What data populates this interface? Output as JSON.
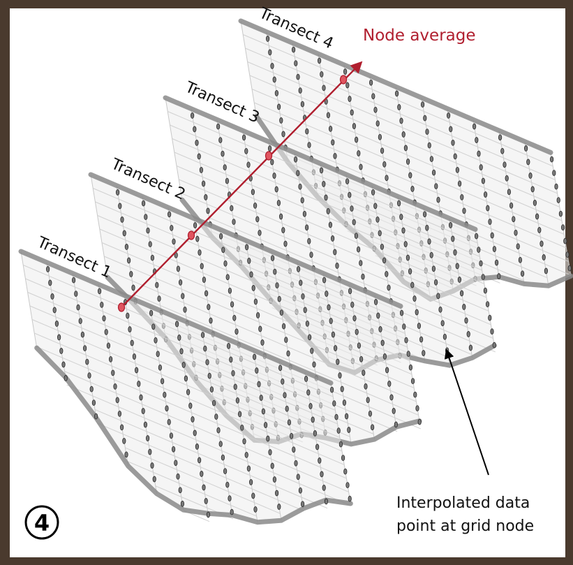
{
  "figure": {
    "step_number": "4",
    "transects": [
      {
        "label": "Transect 1"
      },
      {
        "label": "Transect 2"
      },
      {
        "label": "Transect 3"
      },
      {
        "label": "Transect 4"
      }
    ],
    "node_average_label": "Node average",
    "annotation_line1": "Interpolated data",
    "annotation_line2": "point at grid node",
    "colors": {
      "frame": "#4a3a2e",
      "accent": "#b01e2e",
      "profile_edge": "#8a8a8a",
      "node": "#2a2a2a",
      "panel_bg": "#ffffff"
    }
  }
}
